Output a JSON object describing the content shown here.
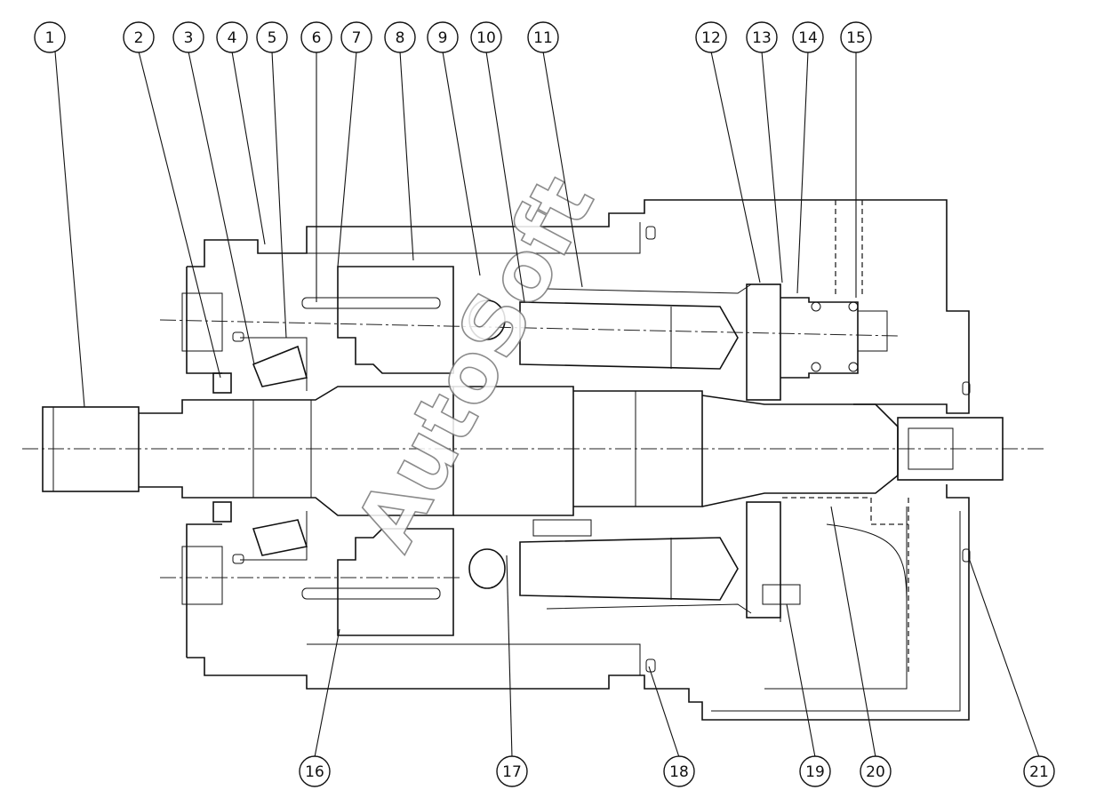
{
  "watermark": "AutoSoft",
  "callouts_top": [
    "1",
    "2",
    "3",
    "4",
    "5",
    "6",
    "7",
    "8",
    "9",
    "10",
    "11",
    "12",
    "13",
    "14",
    "15"
  ],
  "callouts_bottom": [
    "16",
    "17",
    "18",
    "19",
    "20",
    "21"
  ]
}
